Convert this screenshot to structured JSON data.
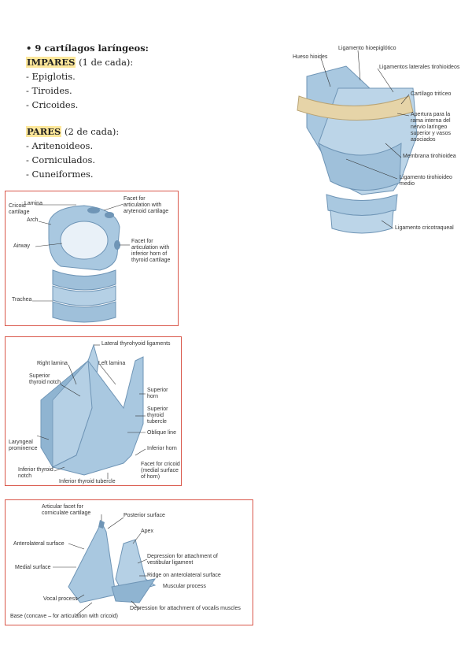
{
  "notes": {
    "heading": "• 9 cartílagos laríngeos:",
    "impares_label": "IMPARES",
    "impares_suffix": " (1 de cada):",
    "impares_items": [
      "- Epiglotis.",
      "- Tiroides.",
      "- Cricoides."
    ],
    "pares_label": "PARES",
    "pares_suffix": " (2 de cada):",
    "pares_items": [
      "- Aritenoideos.",
      "- Corniculados.",
      "- Cuneiformes."
    ]
  },
  "figure_larynx": {
    "labels": {
      "hyoid": "Hueso hioides",
      "hyothyroid_lig": "Ligamento hioepiglótico",
      "lateral_lig": "Ligamentos laterales tirohioideos",
      "triticeous": "Cartílago tritíceo",
      "aperture": "Apertura para la\nrama interna del\nnervio laríngeo\nsuperior y vasos\nasociados",
      "membrane": "Membrana tirohioidea",
      "median_lig": "Ligamento tirohioideo\nmedio",
      "cricotracheal": "Ligamento cricotraqueal"
    }
  },
  "figure_cricoid": {
    "labels": {
      "cricoid": "Cricoid\ncartilage",
      "lamina": "Lamina",
      "arch": "Arch",
      "airway": "Airway",
      "trachea": "Trachea",
      "facet_arytenoid": "Facet for\narticulation with\narytenoid cartilage",
      "facet_thyroid": "Facet for\narticulation with\ninferior horn of\nthyroid cartilage"
    }
  },
  "figure_thyroid": {
    "labels": {
      "lateral_lig": "Lateral thyrohyoid ligaments",
      "right_lamina": "Right lamina",
      "left_lamina": "Left lamina",
      "superior_notch": "Superior\nthyroid notch",
      "superior_horn": "Superior\nhorn",
      "superior_tubercle": "Superior\nthyroid\ntubercle",
      "oblique_line": "Oblique line",
      "laryngeal_prominence": "Laryngeal\nprominence",
      "inferior_horn": "Inferior horn",
      "inferior_notch": "Inferior thyroid\nnotch",
      "inferior_tubercle": "Inferior thyroid tubercle",
      "facet_cricoid": "Facet for cricoid\n(medial surface\nof horn)"
    }
  },
  "figure_arytenoid": {
    "labels": {
      "articular_facet": "Articular facet for\ncorniculate cartilage",
      "posterior_surface": "Posterior surface",
      "apex": "Apex",
      "anterolateral": "Anterolateral surface",
      "medial": "Medial surface",
      "depression_vestibular": "Depression for attachment of\nvestibular ligament",
      "ridge": "Ridge on anterolateral surface",
      "muscular_process": "Muscular process",
      "vocal_process": "Vocal process",
      "depression_vocalis": "Depression for attachment of vocalis muscles",
      "base": "Base (concave – for articulation with cricoid)"
    }
  },
  "colors": {
    "frame": "#d9574a",
    "highlight": "#fde79a",
    "cartilage": "#a9c8e0",
    "cartilage_dark": "#6f95b6",
    "bone": "#e6d4a8"
  }
}
